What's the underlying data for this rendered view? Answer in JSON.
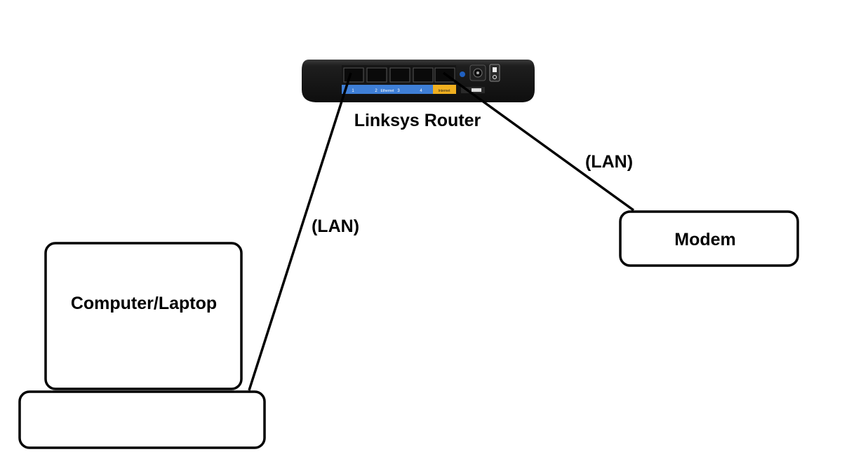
{
  "router": {
    "label": "Linksys Router",
    "port_numbers": [
      "1",
      "2",
      "3",
      "4"
    ],
    "ethernet_text": "Ethernet",
    "internet_text": "Internet",
    "lan_color": "#3f7fd6",
    "internet_color": "#f0b020",
    "body_color": "#1c1c1c"
  },
  "modem": {
    "label": "Modem"
  },
  "computer": {
    "label": "Computer/Laptop"
  },
  "connections": {
    "router_computer_label": "(LAN)",
    "router_modem_label": "(LAN)"
  }
}
